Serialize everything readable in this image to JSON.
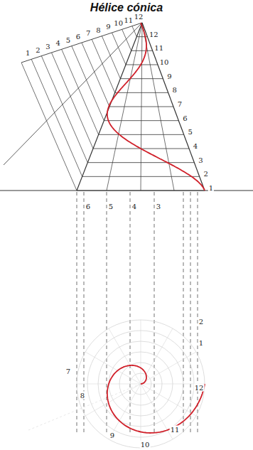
{
  "diagram": {
    "title": "Hélice cónica",
    "labels": [
      "1",
      "2",
      "3",
      "4",
      "5",
      "6",
      "7",
      "8",
      "9",
      "10",
      "11",
      "12",
      "1",
      "2",
      "3",
      "4",
      "5",
      "6",
      "7",
      "8",
      "9",
      "10",
      "11",
      "12",
      "1",
      "2",
      "3",
      "4",
      "5",
      "6",
      "7",
      "8",
      "9",
      "10",
      "11",
      "12"
    ]
  }
}
